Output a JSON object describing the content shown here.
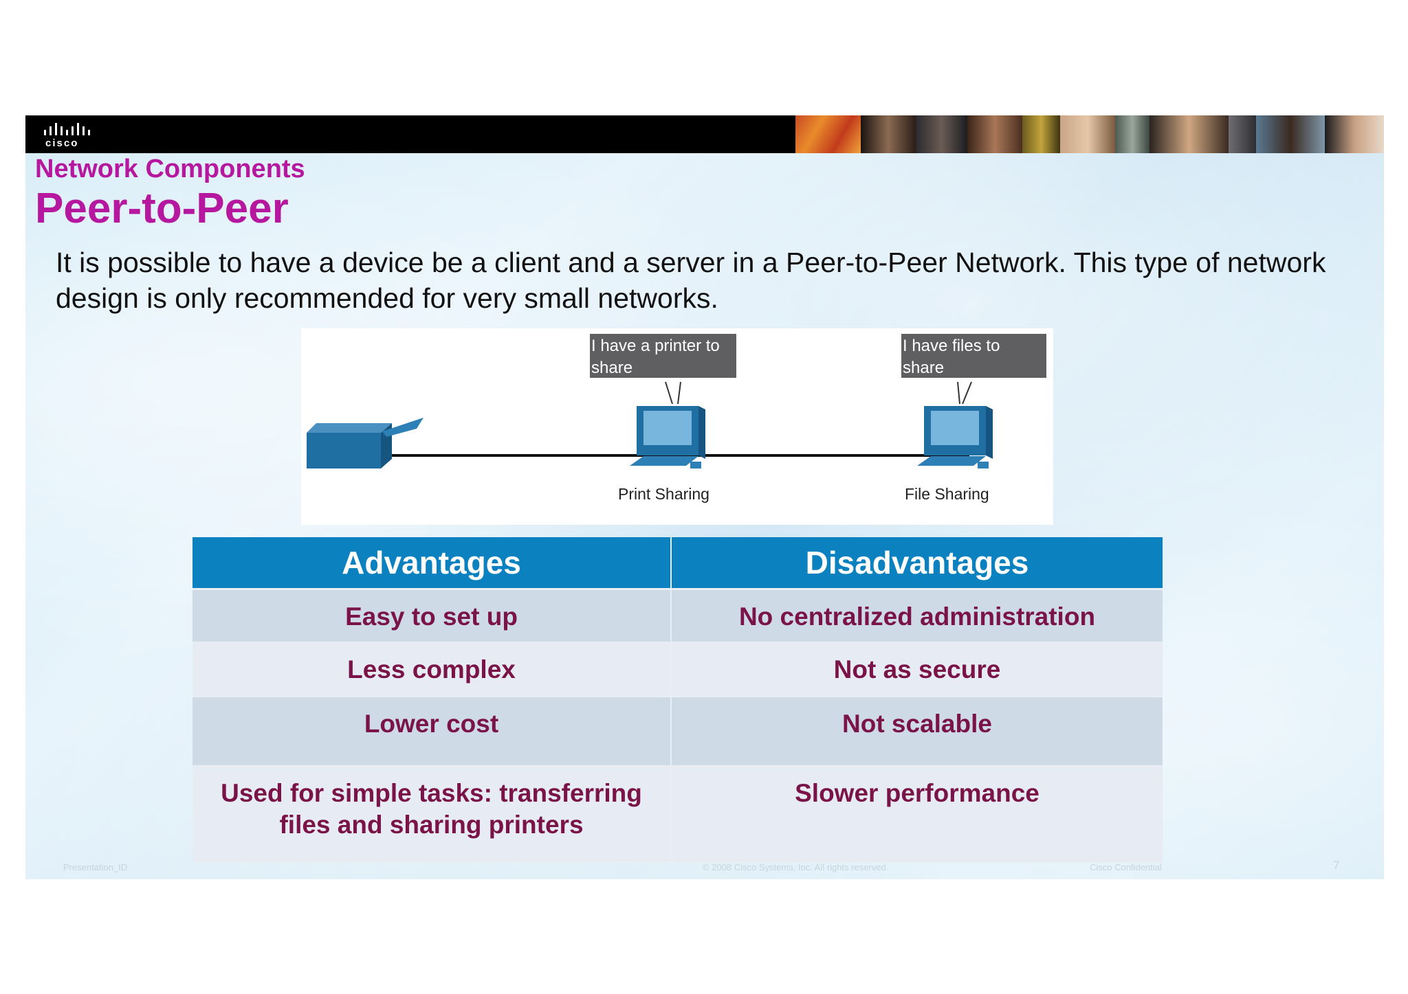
{
  "brand": {
    "logo_text": "cisco",
    "colors": {
      "title": "#b5179e",
      "header": "#0b82bf",
      "cell_text": "#7a1348",
      "bar": "#000000"
    }
  },
  "header": {
    "section": "Network Components",
    "title": "Peer-to-Peer"
  },
  "intro": "It is possible to have a device be a client and a server in a Peer-to-Peer Network. This type of network design is only recommended for very small networks.",
  "diagram": {
    "devices": [
      {
        "icon": "printer-icon"
      },
      {
        "icon": "computer-icon",
        "bubble": "I have a printer to share",
        "label": "Print Sharing"
      },
      {
        "icon": "computer-icon",
        "bubble": "I have files to share",
        "label": "File Sharing"
      }
    ]
  },
  "table": {
    "headers": [
      "Advantages",
      "Disadvantages"
    ],
    "rows": [
      [
        "Easy to set up",
        "No centralized administration"
      ],
      [
        "Less complex",
        "Not as secure"
      ],
      [
        "Lower cost",
        "Not scalable"
      ],
      [
        "Used for simple tasks: transferring files and sharing printers",
        "Slower performance"
      ]
    ]
  },
  "footer": {
    "presentation_id": "Presentation_ID",
    "copyright": "© 2008 Cisco Systems, Inc. All rights reserved.",
    "confidential": "Cisco Confidential",
    "page": "7"
  }
}
